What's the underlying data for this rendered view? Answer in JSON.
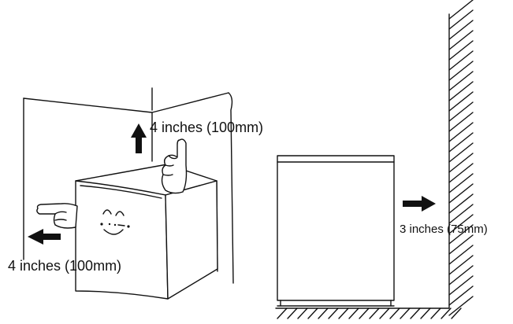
{
  "clearance_labels": {
    "top": "4 inches (100mm)",
    "left": "4 inches (100mm)",
    "right": "3 inches (75mm)"
  },
  "colors": {
    "ink": "#111111",
    "background": "#ffffff"
  },
  "icons": [
    "arrow-up-icon",
    "arrow-left-icon",
    "arrow-right-icon",
    "pointing-hand-up-icon",
    "pointing-hand-left-icon",
    "smiley-face-icon"
  ]
}
